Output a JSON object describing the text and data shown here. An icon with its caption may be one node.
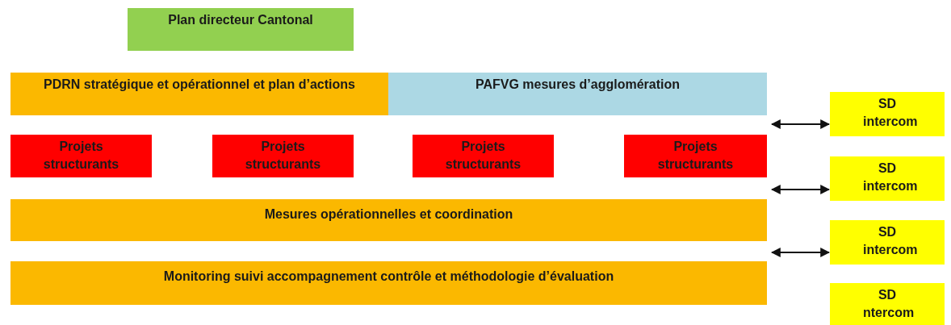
{
  "diagram": {
    "nodes": [
      {
        "text": [
          "Plan directeur Cantonal"
        ]
      },
      {
        "text": [
          "PDRN stratégique et opérationnel et plan d’actions"
        ]
      },
      {
        "text": [
          "PAFVG mesures d’agglomération"
        ]
      },
      {
        "text": [
          "Projets structurants"
        ]
      },
      {
        "text": [
          "Projets structurants"
        ]
      },
      {
        "text": [
          "Projets structurants"
        ]
      },
      {
        "text": [
          "Projets structurants"
        ]
      },
      {
        "text": [
          "Mesures opérationnelles et coordination"
        ]
      },
      {
        "text": [
          "Monitoring suivi accompagnement contrôle et méthodologie d’évaluation"
        ]
      },
      {
        "text": [
          "SD intercom"
        ]
      },
      {
        "text": [
          "SD intercom"
        ]
      },
      {
        "text": [
          "SD intercom"
        ]
      },
      {
        "text": [
          "SD ntercom"
        ]
      }
    ],
    "edges": [
      {
        "from": 6,
        "to": 9,
        "arrow": "both"
      },
      {
        "from": 6,
        "to": 10,
        "arrow": "both"
      },
      {
        "from": 7,
        "to": 11,
        "arrow": "both"
      }
    ]
  }
}
